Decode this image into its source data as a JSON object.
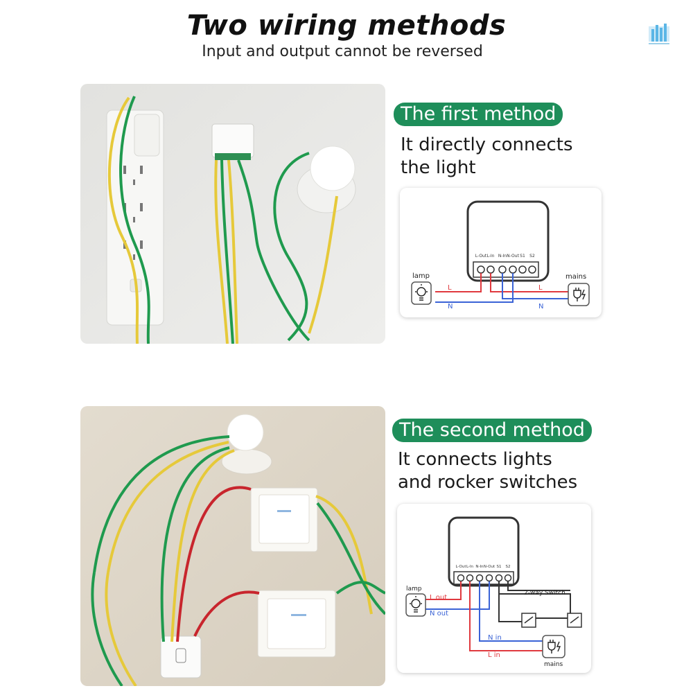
{
  "header": {
    "title": "Two wiring methods",
    "subtitle": "Input and output cannot be reversed"
  },
  "colors": {
    "accent_green": "#1e8e5a",
    "wire_red": "#e0393e",
    "wire_blue": "#3a63d6",
    "wire_green": "#1f9a4e",
    "wire_yellow": "#e6c93a"
  },
  "method1": {
    "label": "The first method",
    "desc_line1": "It directly connects",
    "desc_line2": "the light",
    "diagram": {
      "terminals": [
        "L-Out",
        "L-In",
        "N-In",
        "N-Out",
        "S1",
        "S2"
      ],
      "lamp_label": "lamp",
      "mains_label": "mains",
      "l_left": "L",
      "n_left": "N",
      "l_right": "L",
      "n_right": "N",
      "lamp_icon": "lightbulb-icon",
      "mains_icon": "plug-icon"
    }
  },
  "method2": {
    "label": "The second method",
    "desc_line1": "It connects lights",
    "desc_line2": "and rocker switches",
    "diagram": {
      "terminals": [
        "L-Out",
        "L-In",
        "N-In",
        "N-Out",
        "S1",
        "S2"
      ],
      "lamp_label": "lamp",
      "mains_label": "mains",
      "l_out": "L out",
      "n_out": "N out",
      "n_in": "N in",
      "l_in": "L in",
      "switch_label": "2-way Switch",
      "lamp_icon": "lightbulb-icon",
      "mains_icon": "plug-icon"
    }
  }
}
